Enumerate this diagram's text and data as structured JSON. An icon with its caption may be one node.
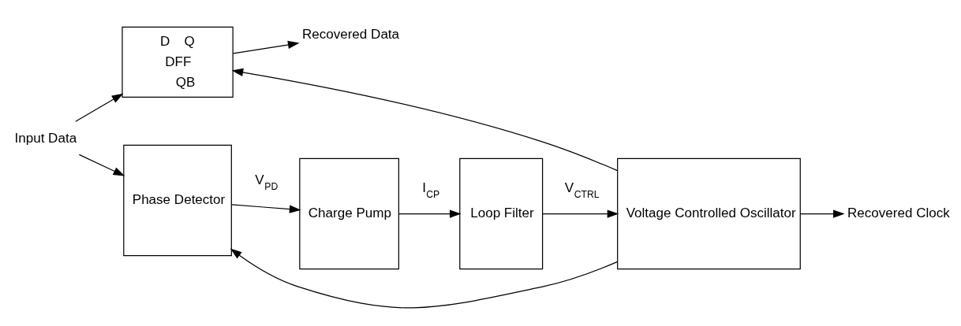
{
  "diagram": {
    "nodes": [
      {
        "text": [
          "D",
          "Q",
          "DFF",
          "QB"
        ]
      },
      {
        "text": [
          "Phase Detector"
        ]
      },
      {
        "text": [
          "Charge Pump"
        ]
      },
      {
        "text": [
          "Loop Filter"
        ]
      },
      {
        "text": [
          "Voltage Controlled Oscillator"
        ]
      },
      {
        "text": [
          "Input Data"
        ]
      },
      {
        "text": [
          "Recovered Data"
        ]
      },
      {
        "text": [
          "Recovered Clock"
        ]
      }
    ],
    "edges": [
      {
        "from": 5,
        "to": 0,
        "arrow": "to"
      },
      {
        "from": 5,
        "to": 1,
        "arrow": "to"
      },
      {
        "from": 0,
        "to": 6,
        "arrow": "to"
      },
      {
        "from": 1,
        "to": 2,
        "arrow": "to",
        "label": "V$_{PD}$"
      },
      {
        "from": 2,
        "to": 3,
        "arrow": "to",
        "label": "I$_{CP}$"
      },
      {
        "from": 3,
        "to": 4,
        "arrow": "to",
        "label": "V$_{CTRL}$"
      },
      {
        "from": 4,
        "to": 7,
        "arrow": "to"
      },
      {
        "from": 4,
        "to": 0,
        "arrow": "to"
      },
      {
        "from": 4,
        "to": 1,
        "arrow": "to"
      }
    ]
  }
}
